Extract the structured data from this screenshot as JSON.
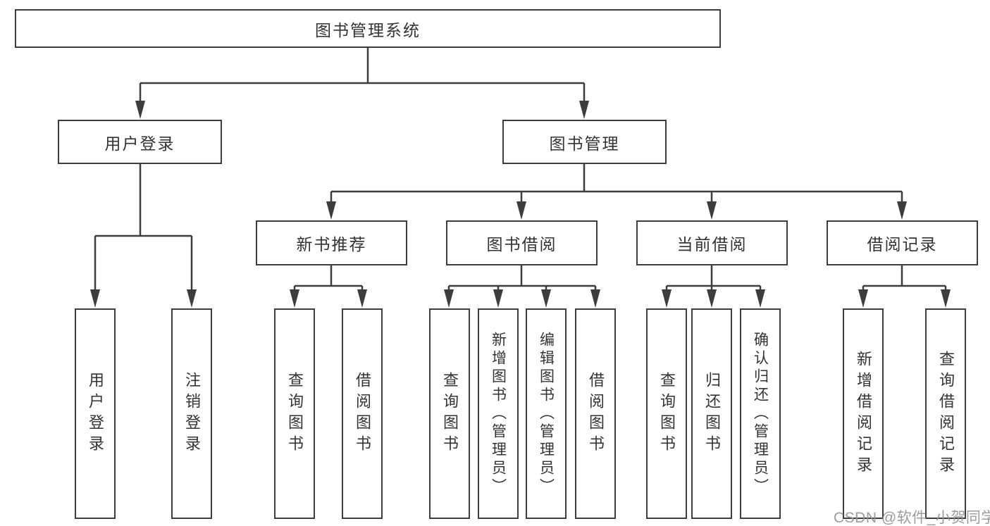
{
  "diagram": {
    "title": "图书管理系统",
    "tree": {
      "root": "图书管理系统",
      "level2": [
        {
          "label": "用户登录",
          "leaves": [
            "用户登录",
            "注销登录"
          ]
        },
        {
          "label": "图书管理",
          "groups": [
            {
              "label": "新书推荐",
              "leaves": [
                "查询图书",
                "借阅图书"
              ]
            },
            {
              "label": "图书借阅",
              "leaves": [
                "查询图书",
                "新增图书（管理员）",
                "编辑图书（管理员）",
                "借阅图书"
              ]
            },
            {
              "label": "当前借阅",
              "leaves": [
                "查询图书",
                "归还图书",
                "确认归还（管理员）"
              ]
            },
            {
              "label": "借阅记录",
              "leaves": [
                "新增借阅记录",
                "查询借阅记录"
              ]
            }
          ]
        }
      ]
    },
    "colors": {
      "line": "#3d3d3d",
      "box_border": "#3d3d3d",
      "text": "#333333",
      "background": "#ffffff",
      "watermark": "#949494"
    }
  },
  "watermark": {
    "text": "CSDN @软件_小贺同学"
  }
}
